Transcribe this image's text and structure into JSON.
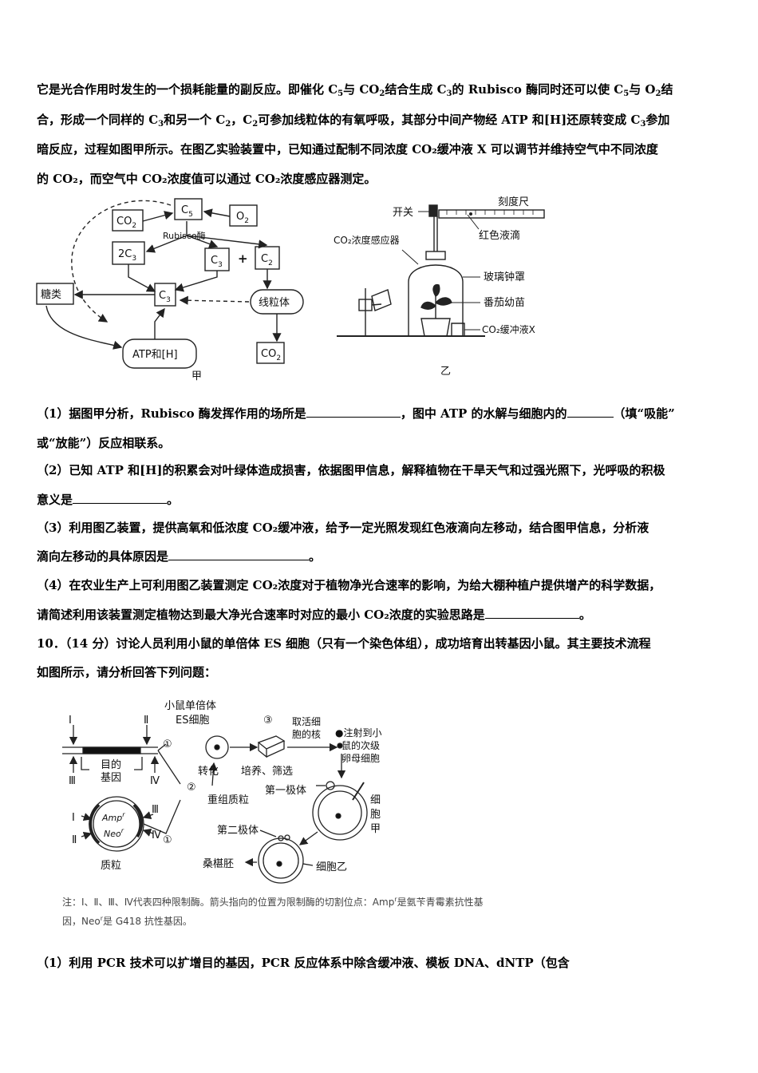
{
  "intro": {
    "l1_a": "它是光合作用时发生的一个损耗能量的副反应。即催化 C",
    "l1_b": "与 CO",
    "l1_c": "结合生成 C",
    "l1_d": "的 Rubisco 酶同时还可以使 C",
    "l1_e": "与 O",
    "l1_f": "结",
    "l2_a": "合，形成一个同样的 C",
    "l2_b": "和另一个 C",
    "l2_c": "，C",
    "l2_d": "可参加线粒体的有氧呼吸，其部分中间产物经 ATP 和[H]还原转变成 C",
    "l2_e": "参加",
    "l3": "暗反应，过程如图甲所示。在图乙实验装置中，已知通过配制不同浓度 CO₂缓冲液 X 可以调节并维持空气中不同浓度",
    "l4": "的 CO₂，而空气中 CO₂浓度值可以通过 CO₂浓度感应器测定。"
  },
  "fig_jia": {
    "co2": "CO",
    "c5": "C",
    "o2": "O",
    "rubisco": "Rubisco酶",
    "two_c3": "2C",
    "c3": "C",
    "plus": "+",
    "c2": "C",
    "sugar": "糖类",
    "c3_b": "C",
    "mito": "线粒体",
    "atp": "ATP和[H]",
    "co2_out": "CO",
    "caption": "甲",
    "sub5": "5",
    "sub2": "2",
    "sub3": "3"
  },
  "fig_yi": {
    "switch": "开关",
    "ruler": "刻度尺",
    "sensor": "CO₂浓度感应器",
    "drop": "红色液滴",
    "bell": "玻璃钟罩",
    "seedling": "番茄幼苗",
    "buffer": "CO₂缓冲液X",
    "caption": "乙"
  },
  "q1": {
    "a": "（1）据图甲分析，Rubisco 酶发挥作用的场所是",
    "b": "，图中 ATP 的水解与细胞内的",
    "c": "（填“吸能”",
    "d": "或“放能”）反应相联系。"
  },
  "q2": {
    "a": "（2）已知 ATP 和[H]的积累会对叶绿体造成损害，依据图甲信息，解释植物在干旱天气和过强光照下，光呼吸的积极",
    "b": "意义是",
    "c": "。"
  },
  "q3": {
    "a": "（3）利用图乙装置，提供高氧和低浓度 CO₂缓冲液，给予一定光照发现红色液滴向左移动，结合图甲信息，分析液",
    "b": "滴向左移动的具体原因是",
    "c": "。"
  },
  "q4": {
    "a": "（4）在农业生产上可利用图乙装置测定 CO₂浓度对于植物净光合速率的影响，为给大棚种植户提供增产的科学数据，",
    "b": "请简述利用该装置测定植物达到最大净光合速率时对应的最小 CO₂浓度的实验思路是",
    "c": "。"
  },
  "q10": {
    "a": "10．（14 分）讨论人员利用小鼠的单倍体 ES 细胞（只有一个染色体组），成功培育出转基因小鼠。其主要技术流程",
    "b": "如图所示，请分析回答下列问题："
  },
  "fig3": {
    "I": "Ⅰ",
    "II": "Ⅱ",
    "III": "Ⅲ",
    "IV": "Ⅳ",
    "target1": "目的",
    "target2": "基因",
    "c1": "①",
    "c2": "②",
    "c3": "③",
    "c1b": "①",
    "mouse1": "小鼠单倍体",
    "mouse2": "ES细胞",
    "take1": "取活细",
    "take2": "胞的核",
    "inject1": "●注射到小",
    "inject2": "鼠的次级",
    "inject3": "卵母细胞",
    "culture": "培养、筛选",
    "transform": "转化",
    "recomb": "重组质粒",
    "polar1": "第一极体",
    "cellA1": "细",
    "cellA2": "胞",
    "cellA3": "甲",
    "amp": "Amp",
    "neo": "Neo",
    "r": "r",
    "plasmid": "质粒",
    "polar2": "第二极体",
    "morula": "桑椹胚",
    "cellB": "细胞乙",
    "note1": "注：Ⅰ、Ⅱ、Ⅲ、Ⅳ代表四种限制酶。箭头指向的位置为限制酶的切割位点：Amp",
    "note1b": "是氨苄青霉素抗性基",
    "note2": "因，Neo",
    "note2b": "是 G418 抗性基因。"
  },
  "q10_1": "（1）利用 PCR 技术可以扩增目的基因，PCR 反应体系中除含缓冲液、模板 DNA、dNTP（包含"
}
